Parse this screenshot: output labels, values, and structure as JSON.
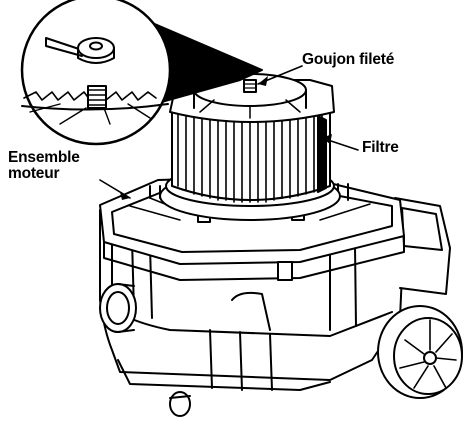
{
  "labels": {
    "stud": "Goujon fileté",
    "filter": "Filtre",
    "motor_assembly_line1": "Ensemble",
    "motor_assembly_line2": "moteur"
  },
  "colors": {
    "ink": "#000000",
    "paper": "#ffffff",
    "shade": "#d9d9d9"
  }
}
